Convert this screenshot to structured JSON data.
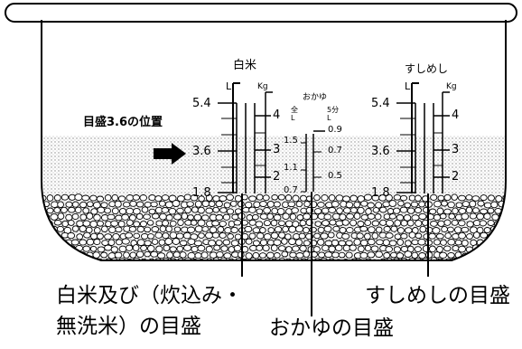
{
  "scales": {
    "white_rice": {
      "title": "白米",
      "unit_left": "L",
      "unit_right": "Kg",
      "left_values": [
        "5.4",
        "3.6",
        "1.8"
      ],
      "right_values": [
        "4",
        "3",
        "2"
      ]
    },
    "okayu": {
      "title": "おかゆ",
      "full_header": "全\nL",
      "five_header": "5分\nL",
      "left_values": [
        "1.5",
        "1.1",
        "0.7"
      ],
      "right_values": [
        "0.9",
        "0.7",
        "0.5"
      ]
    },
    "sushi": {
      "title": "すしめし",
      "unit_left": "L",
      "unit_right": "Kg",
      "left_values": [
        "5.4",
        "3.6",
        "1.8"
      ],
      "right_values": [
        "4",
        "3",
        "2"
      ]
    }
  },
  "marker": {
    "text": "目盛3.6の位置",
    "level": "3.6"
  },
  "captions": {
    "white_rice_line1": "白米及び（炊込み・",
    "white_rice_line2": "無洗米）の目盛",
    "okayu": "おかゆの目盛",
    "sushi": "すしめしの目盛"
  },
  "colors": {
    "line": "#000000",
    "background": "#ffffff",
    "water_dots": "#8a8a8a"
  }
}
